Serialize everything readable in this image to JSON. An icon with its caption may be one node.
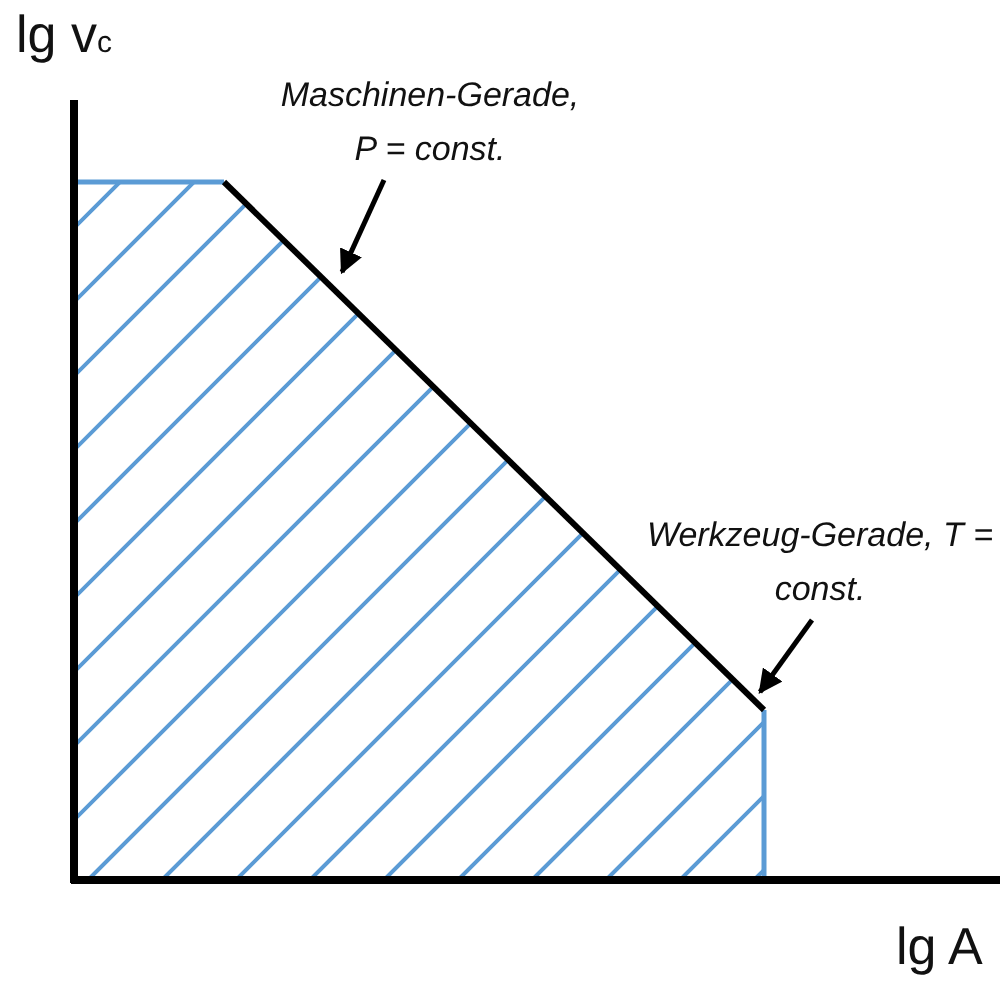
{
  "diagram": {
    "nodes": [
      {
        "text": [
          "Maschinen-Gerade, P = const."
        ]
      },
      {
        "text": [
          "Werkzeug-Gerade, T = const."
        ]
      }
    ],
    "edges": [
      {
        "from": 0,
        "to": null,
        "arrow": "to"
      },
      {
        "from": 1,
        "to": null,
        "arrow": "to"
      }
    ],
    "labels": [
      "lg v$_{c}$",
      "lg A"
    ]
  }
}
